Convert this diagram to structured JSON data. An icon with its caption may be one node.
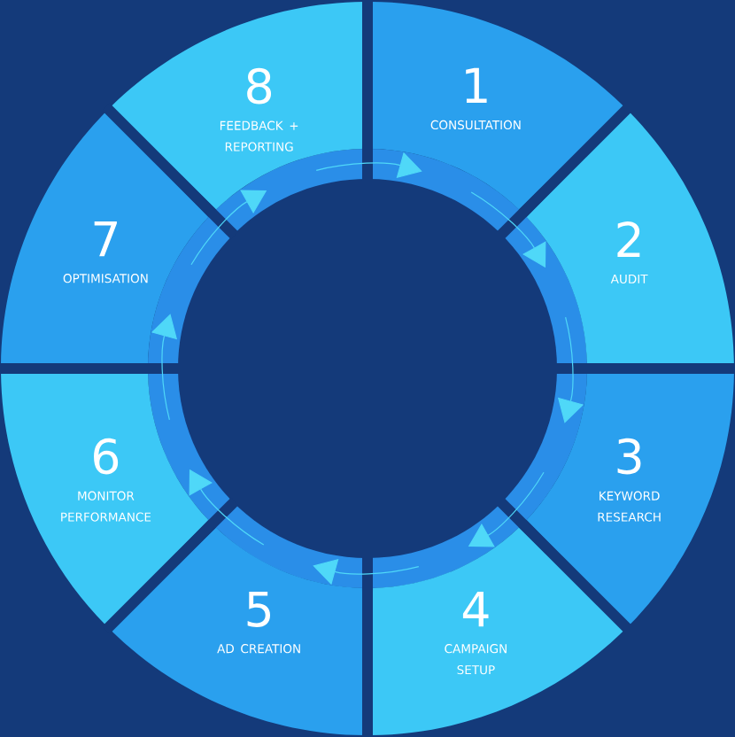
{
  "diagram": {
    "nodes": [
      {
        "text": [
          "1",
          "CONSULTATION"
        ]
      },
      {
        "text": [
          "2",
          "AUDIT"
        ]
      },
      {
        "text": [
          "3",
          "KEYWORD RESEARCH"
        ]
      },
      {
        "text": [
          "4",
          "CAMPAIGN SETUP"
        ]
      },
      {
        "text": [
          "5",
          "AD CREATION"
        ]
      },
      {
        "text": [
          "6",
          "MONITOR PERFORMANCE"
        ]
      },
      {
        "text": [
          "7",
          "OPTIMISATION"
        ]
      },
      {
        "text": [
          "8",
          "FEEDBACK + REPORTING"
        ]
      }
    ],
    "edges": [
      {
        "from": 0,
        "to": 1,
        "arrow": "to"
      },
      {
        "from": 1,
        "to": 2,
        "arrow": "to"
      },
      {
        "from": 2,
        "to": 3,
        "arrow": "to"
      },
      {
        "from": 3,
        "to": 4,
        "arrow": "to"
      },
      {
        "from": 4,
        "to": 5,
        "arrow": "to"
      },
      {
        "from": 5,
        "to": 6,
        "arrow": "to"
      },
      {
        "from": 6,
        "to": 7,
        "arrow": "to"
      },
      {
        "from": 7,
        "to": 0,
        "arrow": "to"
      }
    ]
  }
}
